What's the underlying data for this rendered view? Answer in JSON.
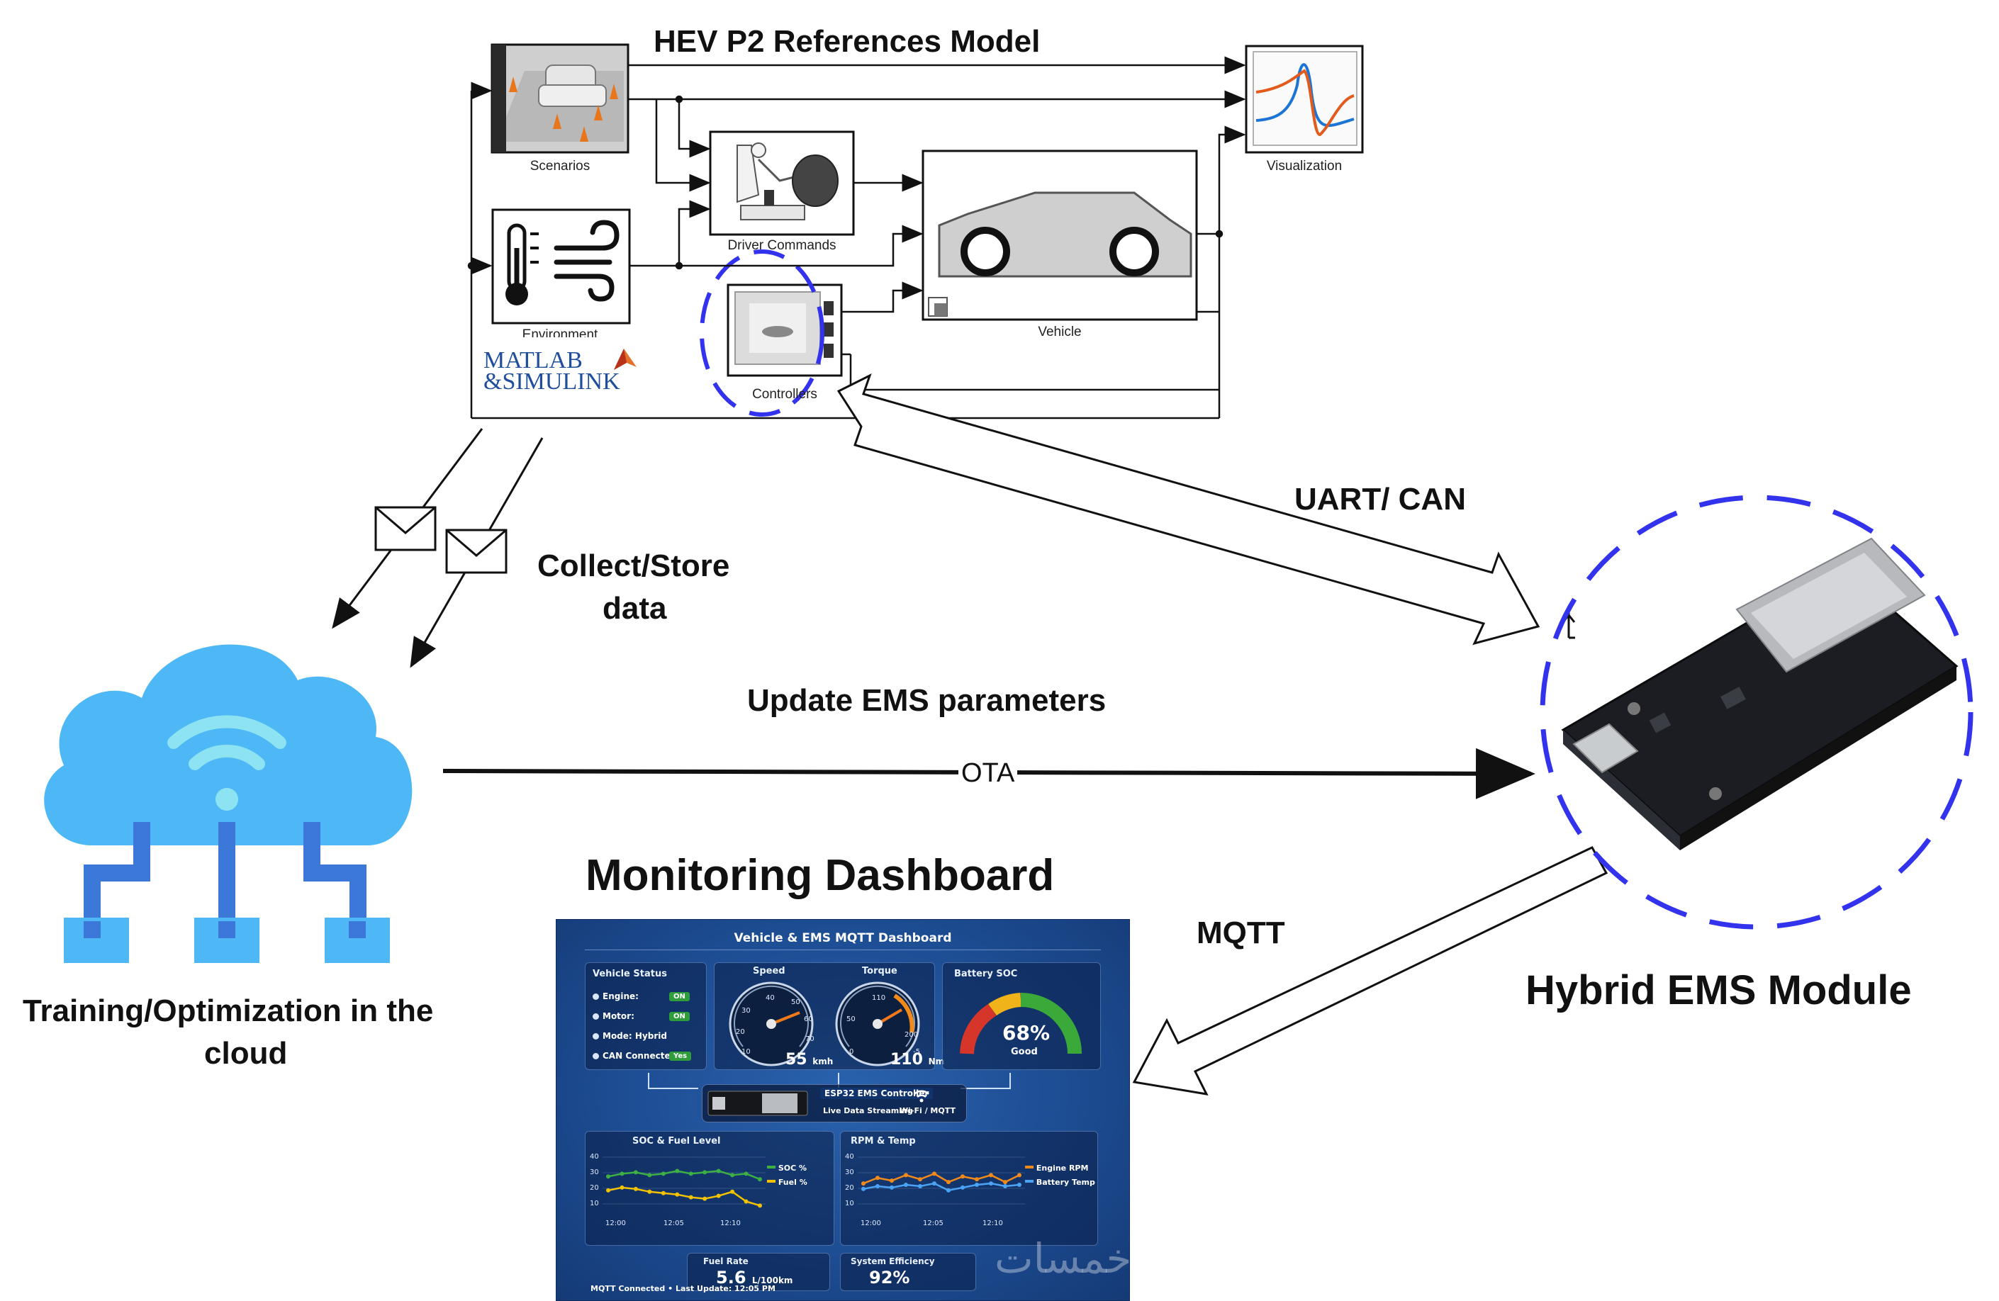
{
  "diagram": {
    "title": "HEV P2 References Model",
    "blocks": {
      "scenarios": "Scenarios",
      "environment": "Environment",
      "driver": "Driver Commands",
      "controllers": "Controllers",
      "vehicle": "Vehicle",
      "visualization": "Visualization"
    },
    "logo": {
      "line1": "MATLAB",
      "line2": "&SIMULINK"
    },
    "labels": {
      "uart": "UART/ CAN",
      "collect1": "Collect/Store",
      "collect2": "data",
      "update": "Update EMS parameters",
      "ota": "OTA",
      "mqtt": "MQTT",
      "cloud1": "Training/Optimization in the",
      "cloud2": "cloud",
      "module": "Hybrid EMS Module",
      "dashboard_title": "Monitoring Dashboard"
    },
    "colors": {
      "accent_blue": "#3333ee",
      "cloud": "#4db8f5",
      "cloud_dark": "#3b78d8",
      "board": "#1b1d22"
    }
  },
  "dashboard": {
    "header": "Vehicle & EMS MQTT Dashboard",
    "vehicle_status": {
      "title": "Vehicle Status",
      "rows": [
        {
          "label": "Engine:",
          "value": "ON"
        },
        {
          "label": "Motor:",
          "value": "ON"
        },
        {
          "label": "Mode: Hybrid",
          "value": ""
        },
        {
          "label": "CAN Connected:",
          "value": "Yes"
        }
      ]
    },
    "speed": {
      "title": "Speed",
      "value": "55",
      "unit": "kmh",
      "ticks": [
        "10",
        "20",
        "30",
        "40",
        "50",
        "60",
        "70"
      ]
    },
    "torque": {
      "title": "Torque",
      "value": "110",
      "unit": "Nm",
      "ticks": [
        "0",
        "50",
        "110",
        "200",
        "-5"
      ]
    },
    "battery": {
      "title": "Battery SOC",
      "value": "68%",
      "status": "Good"
    },
    "controller": {
      "name": "ESP32 EMS Controller",
      "left": "Live Data Streaming",
      "right": "Wi-Fi / MQTT"
    },
    "soc_chart": {
      "title": "SOC & Fuel Level",
      "yticks": [
        "40",
        "30",
        "20",
        "10"
      ],
      "xticks": [
        "12:00",
        "12:05",
        "12:10"
      ],
      "series": [
        {
          "name": "SOC %",
          "color": "#3cb043",
          "values": [
            29,
            31,
            32,
            30,
            31,
            33,
            31,
            32,
            33,
            30,
            31,
            27
          ]
        },
        {
          "name": "Fuel %",
          "color": "#f2c200",
          "values": [
            19,
            21,
            20,
            18,
            17,
            16,
            14,
            13,
            15,
            18,
            11,
            8
          ]
        }
      ]
    },
    "rpm_chart": {
      "title": "RPM & Temp",
      "yticks": [
        "40",
        "30",
        "20",
        "10"
      ],
      "xticks": [
        "12:00",
        "12:05",
        "12:10"
      ],
      "series": [
        {
          "name": "Engine RPM",
          "color": "#f28a1a",
          "values": [
            24,
            28,
            26,
            30,
            27,
            31,
            25,
            29,
            27,
            30,
            25,
            30
          ]
        },
        {
          "name": "Battery Temp",
          "color": "#4ba3f5",
          "values": [
            20,
            22,
            21,
            23,
            22,
            24,
            19,
            21,
            23,
            24,
            22,
            23
          ]
        }
      ]
    },
    "fuel_rate": {
      "title": "Fuel Rate",
      "value": "5.6",
      "unit": "L/100km"
    },
    "efficiency": {
      "title": "System Efficiency",
      "value": "92%"
    },
    "footer": "MQTT Connected • Last Update: 12:05 PM",
    "watermark": "خمسات"
  }
}
